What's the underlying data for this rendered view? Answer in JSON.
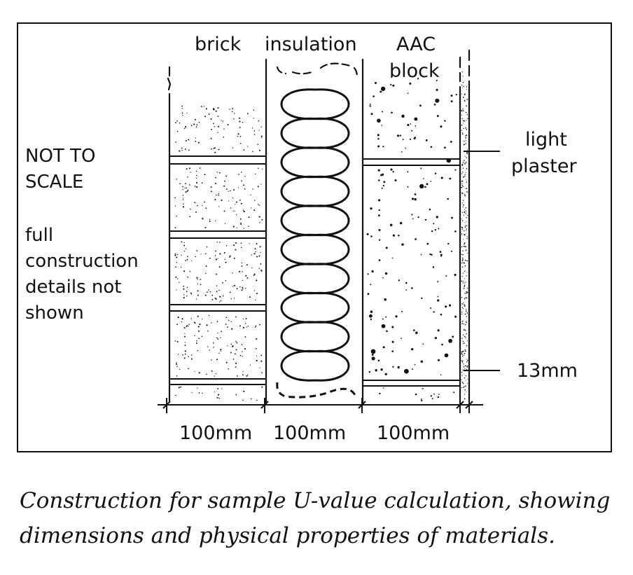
{
  "layers": {
    "brick": "brick",
    "insulation": "insulation",
    "aac_line1": "AAC",
    "aac_line2": "block",
    "plaster_line1": "light",
    "plaster_line2": "plaster"
  },
  "notes": {
    "scale_line1": "NOT TO",
    "scale_line2": "SCALE",
    "details_line1": "full",
    "details_line2": "construction",
    "details_line3": "details not",
    "details_line4": "shown"
  },
  "dimensions": {
    "brick": "100mm",
    "insulation": "100mm",
    "aac": "100mm",
    "plaster": "13mm"
  },
  "caption": {
    "line1": "Construction for sample U-value calculation, showing",
    "line2": "dimensions and physical properties of materials."
  },
  "colors": {
    "ink": "#111111",
    "paper": "#ffffff"
  }
}
